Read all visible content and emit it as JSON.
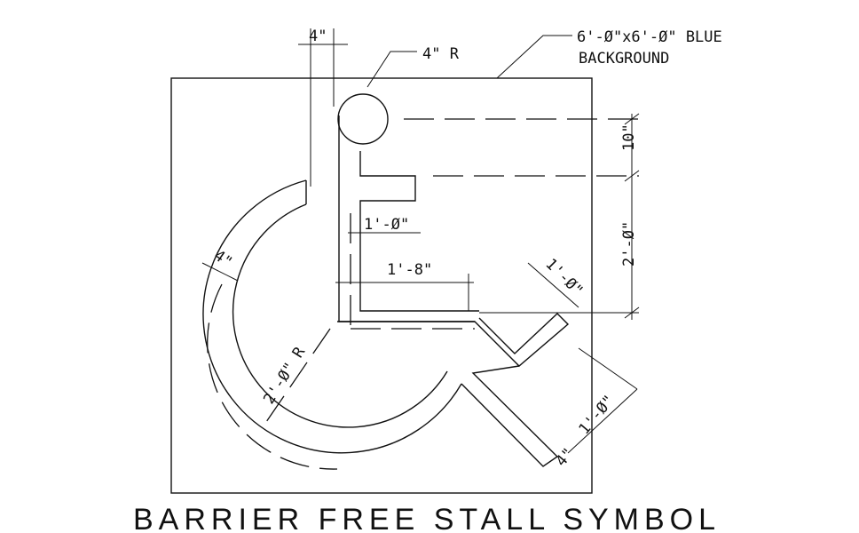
{
  "drawing": {
    "callout_background_line1": "6'-Ø\"x6'-Ø\" BLUE",
    "callout_background_line2": "BACKGROUND",
    "callout_head_radius": "4\" R",
    "dim_top_width": "4\"",
    "dim_height_10": "10\"",
    "dim_height_2ft": "2'-Ø\"",
    "dim_arm_1ft": "1'-Ø\"",
    "dim_seat_1ft8": "1'-8\"",
    "dim_leg_1ft": "1'-Ø\"",
    "dim_wheel_thickness": "4\"",
    "dim_wheel_radius": "2'-Ø\" R",
    "dim_foot_1ft": "1'-Ø\"",
    "dim_foot_4": "4\"",
    "title": "BARRIER FREE STALL SYMBOL"
  }
}
